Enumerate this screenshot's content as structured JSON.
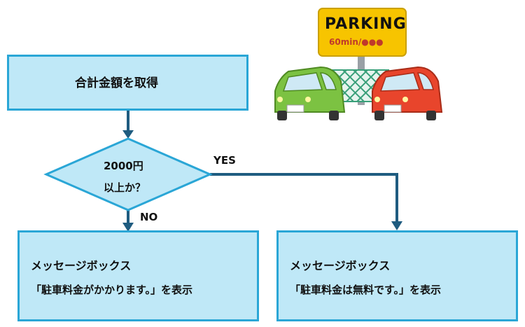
{
  "flowchart": {
    "start": {
      "label": "合計金額を取得"
    },
    "decision": {
      "line1": "2000円",
      "line2": "以上か？"
    },
    "branches": {
      "yes_label": "YES",
      "no_label": "NO"
    },
    "no_box": {
      "title": "メッセージボックス",
      "body": "「駐車料金がかかります。」を表示"
    },
    "yes_box": {
      "title": "メッセージボックス",
      "body": "「駐車料金は無料です。」を表示"
    }
  },
  "illustration": {
    "sign_title": "PARKING",
    "sign_subtitle": "60min/●●●",
    "car_colors": {
      "left": "#7cc242",
      "right": "#e8452c"
    },
    "sign_color": "#f7c400"
  },
  "colors": {
    "box_fill": "#bfe8f7",
    "box_border": "#2aa6d6",
    "arrow": "#1f5c80"
  }
}
